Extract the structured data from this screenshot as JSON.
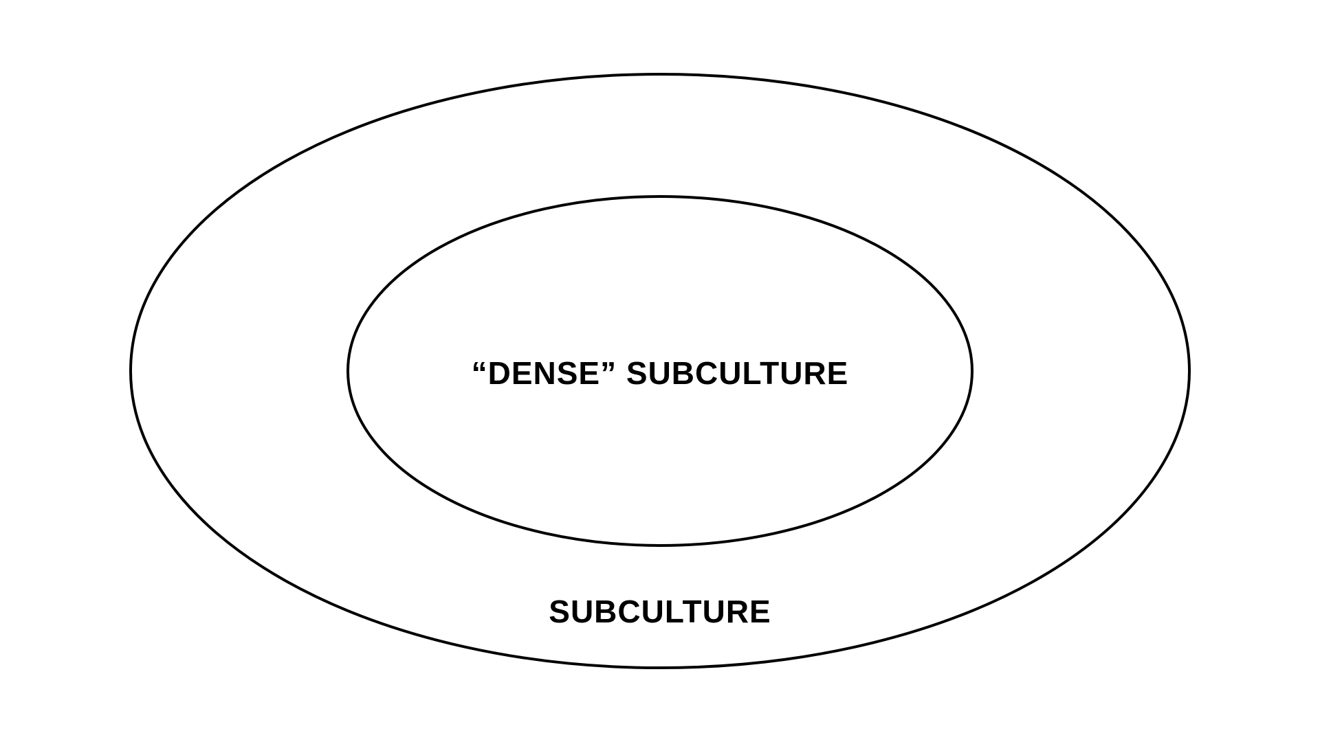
{
  "page": {
    "background_color": "#ffffff"
  },
  "diagram": {
    "type": "nested-ellipse-diagram",
    "stroke_color": "#000000",
    "label_color": "#000000",
    "outer_ellipse": {
      "label": "SUBCULTURE"
    },
    "inner_ellipse": {
      "label": "“DENSE” SUBCULTURE"
    }
  }
}
